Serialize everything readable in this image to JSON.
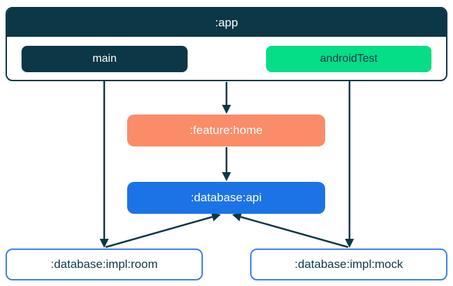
{
  "diagram": {
    "app_container": {
      "label": ":app",
      "source_sets": [
        {
          "id": "main",
          "label": "main"
        },
        {
          "id": "androidTest",
          "label": "androidTest"
        }
      ]
    },
    "nodes": [
      {
        "id": "feature-home",
        "label": ":feature:home"
      },
      {
        "id": "database-api",
        "label": ":database:api"
      },
      {
        "id": "database-impl-room",
        "label": ":database:impl:room"
      },
      {
        "id": "database-impl-mock",
        "label": ":database:impl:mock"
      }
    ],
    "edges": [
      {
        "from": "main",
        "to": ":database:impl:room"
      },
      {
        "from": ":app",
        "to": ":feature:home"
      },
      {
        "from": ":feature:home",
        "to": ":database:api"
      },
      {
        "from": "androidTest",
        "to": ":database:impl:mock"
      },
      {
        "from": ":database:impl:room",
        "to": ":database:api"
      },
      {
        "from": ":database:impl:mock",
        "to": ":database:api"
      }
    ],
    "colors": {
      "dark_navy": "#0C3747",
      "green": "#05DD87",
      "salmon": "#FA8C69",
      "blue": "#1C73E6",
      "impl_border_blue": "#3B7EF0"
    }
  }
}
